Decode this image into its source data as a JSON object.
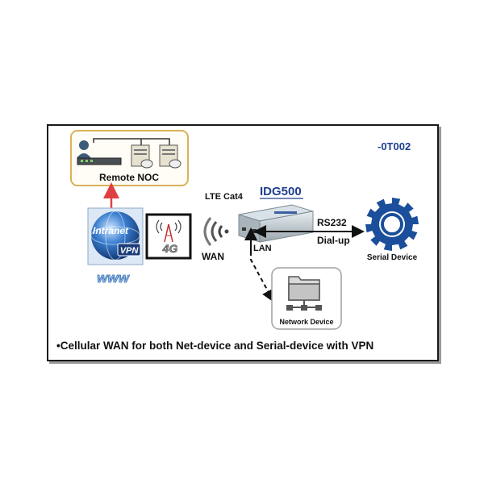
{
  "code": "-0T002",
  "remote_noc": {
    "label": "Remote NOC"
  },
  "intranet": {
    "label": "Intranet",
    "vpn": "VPN",
    "www": "www"
  },
  "cellular": {
    "badge": "4G"
  },
  "lte": {
    "label": "LTE Cat4"
  },
  "wan": {
    "label": "WAN"
  },
  "device": {
    "name": "IDG500"
  },
  "lan": {
    "label": "LAN"
  },
  "rs232": {
    "label": "RS232"
  },
  "dialup": {
    "label": "Dial-up"
  },
  "serial_device": {
    "label": "Serial Device"
  },
  "network_device": {
    "label": "Network Device"
  },
  "caption": "•Cellular WAN  for both Net-device and Serial-device with VPN",
  "colors": {
    "accent_blue": "#1f3f8f",
    "gear_blue": "#1b4f9b",
    "noc_border": "#d9b25a",
    "arrow_red": "#e04040"
  }
}
